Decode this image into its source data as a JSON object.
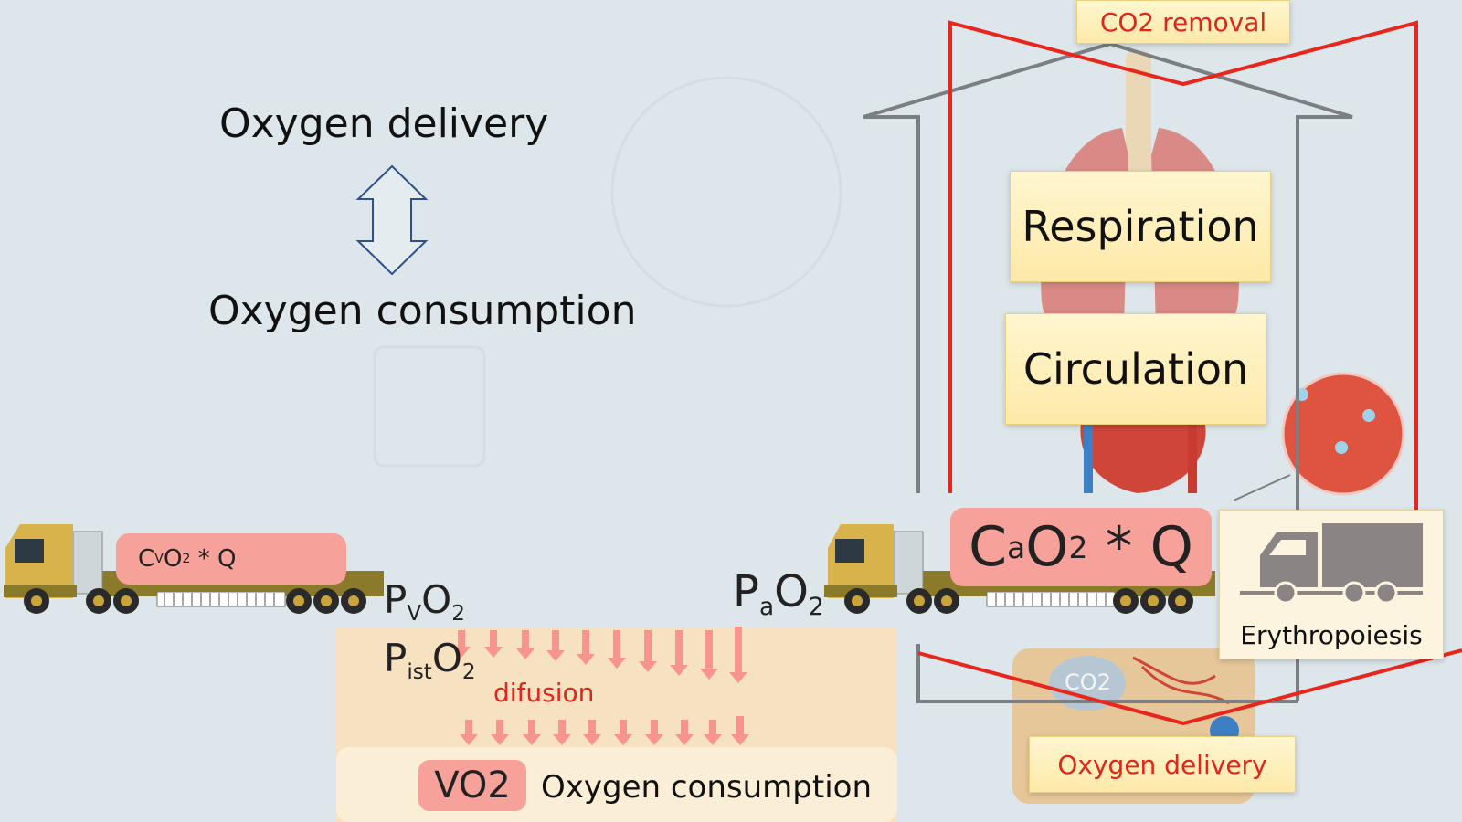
{
  "left_panel": {
    "title_top": "Oxygen delivery",
    "title_bottom": "Oxygen consumption"
  },
  "labels": {
    "co2_removal": "CO2 removal",
    "respiration": "Respiration",
    "circulation": "Circulation",
    "erythropoiesis": "Erythropoiesis",
    "oxygen_delivery": "Oxygen delivery",
    "difusion": "difusion",
    "vo2": "VO2",
    "oxygen_consumption": "Oxygen consumption",
    "co2_cell": "CO2"
  },
  "formulas": {
    "venous": {
      "C": "C",
      "sub1": "V",
      "O": "O",
      "sub2": "2",
      "rest": " * Q"
    },
    "arterial": {
      "C": "C",
      "sub1": "a",
      "O": "O",
      "sub2": "2",
      "rest": " * Q"
    },
    "pvo2": {
      "P": "P",
      "sub1": "V",
      "O": "O",
      "sub2": "2"
    },
    "pao2": {
      "P": "P",
      "sub1": "a",
      "O": "O",
      "sub2": "2"
    },
    "pisto2": {
      "P": "P",
      "sub1": "ist",
      "O": "O",
      "sub2": "2"
    }
  },
  "colors": {
    "background": "#dde6ea",
    "red_frame": "#e8261c",
    "gray_frame": "#7b7f83",
    "pink": "#f6a29b",
    "tissue": "#f6e2c0",
    "arrow_outline": "#2f4f8f"
  },
  "icons": [
    "double-arrow-icon",
    "truck-icon",
    "truck-pictogram-icon",
    "lungs-icon",
    "heart-icon",
    "red-blood-cell-icon"
  ]
}
